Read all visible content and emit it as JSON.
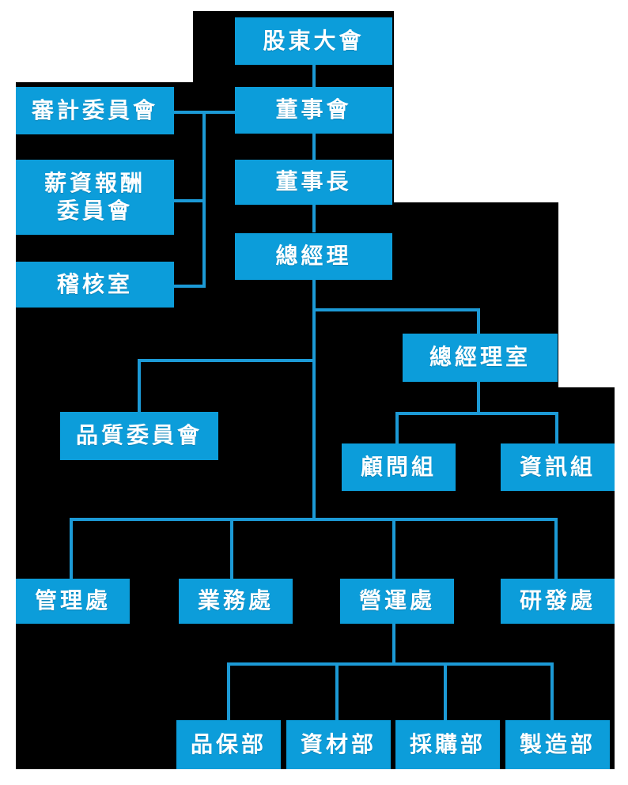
{
  "chart_data": {
    "type": "diagram",
    "title": "",
    "orientation": "top-down",
    "colors": {
      "node_fill": "#0c9dda",
      "node_text": "#ffffff",
      "connector": "#1c9ad6",
      "backdrop": "#000000",
      "page": "#ffffff"
    },
    "nodes": [
      {
        "id": "shareholders",
        "label": "股東大會",
        "level": 0
      },
      {
        "id": "board",
        "label": "董事會",
        "level": 1
      },
      {
        "id": "chairman",
        "label": "董事長",
        "level": 2
      },
      {
        "id": "president",
        "label": "總經理",
        "level": 3
      },
      {
        "id": "audit-committee",
        "label": "審計委員會",
        "level": 1,
        "side": "left"
      },
      {
        "id": "comp-committee",
        "label": "薪資報酬\n委員會",
        "level": 2,
        "side": "left"
      },
      {
        "id": "audit-office",
        "label": "稽核室",
        "level": 3,
        "side": "left"
      },
      {
        "id": "quality-committee",
        "label": "品質委員會",
        "level": 4,
        "side": "left"
      },
      {
        "id": "president-office",
        "label": "總經理室",
        "level": 4,
        "side": "right"
      },
      {
        "id": "advisory-group",
        "label": "顧問組",
        "level": 5,
        "side": "right"
      },
      {
        "id": "it-group",
        "label": "資訊組",
        "level": 5,
        "side": "right"
      },
      {
        "id": "admin-division",
        "label": "管理處",
        "level": 6
      },
      {
        "id": "sales-division",
        "label": "業務處",
        "level": 6
      },
      {
        "id": "operations-division",
        "label": "營運處",
        "level": 6
      },
      {
        "id": "rd-division",
        "label": "研發處",
        "level": 6
      },
      {
        "id": "qa-dept",
        "label": "品保部",
        "level": 7
      },
      {
        "id": "materials-dept",
        "label": "資材部",
        "level": 7
      },
      {
        "id": "purchasing-dept",
        "label": "採購部",
        "level": 7
      },
      {
        "id": "manufacturing-dept",
        "label": "製造部",
        "level": 7
      }
    ],
    "edges": [
      {
        "from": "shareholders",
        "to": "board"
      },
      {
        "from": "board",
        "to": "chairman"
      },
      {
        "from": "chairman",
        "to": "president"
      },
      {
        "from": "board",
        "to": "audit-committee"
      },
      {
        "from": "board",
        "to": "comp-committee"
      },
      {
        "from": "board",
        "to": "audit-office"
      },
      {
        "from": "president",
        "to": "quality-committee"
      },
      {
        "from": "president",
        "to": "president-office"
      },
      {
        "from": "president-office",
        "to": "advisory-group"
      },
      {
        "from": "president-office",
        "to": "it-group"
      },
      {
        "from": "president",
        "to": "admin-division"
      },
      {
        "from": "president",
        "to": "sales-division"
      },
      {
        "from": "president",
        "to": "operations-division"
      },
      {
        "from": "president",
        "to": "rd-division"
      },
      {
        "from": "operations-division",
        "to": "qa-dept"
      },
      {
        "from": "operations-division",
        "to": "materials-dept"
      },
      {
        "from": "operations-division",
        "to": "purchasing-dept"
      },
      {
        "from": "operations-division",
        "to": "manufacturing-dept"
      }
    ]
  },
  "org": {
    "shareholders": "股東大會",
    "board": "董事會",
    "chairman": "董事長",
    "president": "總經理",
    "audit_committee": "審計委員會",
    "comp_committee": "薪資報酬\n委員會",
    "audit_office": "稽核室",
    "quality_committee": "品質委員會",
    "president_office": "總經理室",
    "advisory_group": "顧問組",
    "it_group": "資訊組",
    "admin_division": "管理處",
    "sales_division": "業務處",
    "operations_division": "營運處",
    "rd_division": "研發處",
    "qa_dept": "品保部",
    "materials_dept": "資材部",
    "purchasing_dept": "採購部",
    "manufacturing_dept": "製造部"
  }
}
